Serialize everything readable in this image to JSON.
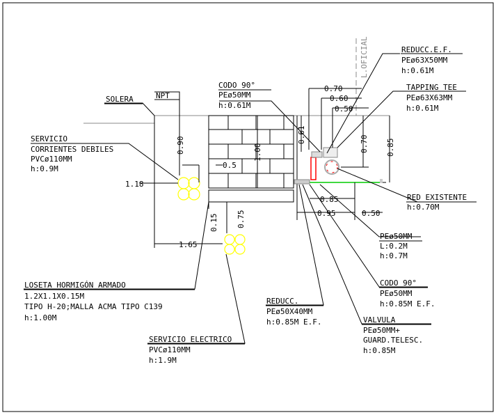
{
  "labels": {
    "solera": "SOLERA",
    "npt": "NPT",
    "servicio_title": "SERVICIO",
    "servicio_l1": "CORRIENTES DEBILES",
    "servicio_l2": "PVCø110MM",
    "servicio_l3": "h:0.9M",
    "codo1_title": "CODO 90°",
    "codo1_l1": "PEø50MM",
    "codo1_l2": "h:0.61M",
    "loficial": "L.OFICIAL",
    "reducc_ef_title": "REDUCC.E.F.",
    "reducc_ef_l1": "PEø63X50MM",
    "reducc_ef_l2": "h:0.61M",
    "tapping_title": "TAPPING TEE",
    "tapping_l1": "PEø63X63MM",
    "tapping_l2": "h:0.61M",
    "red_title": "RED EXISTENTE",
    "red_l1": "h:0.70M",
    "pe50_title": "PEø50MM",
    "pe50_l1": "L:0.2M",
    "pe50_l2": "h:0.7M",
    "codo2_title": "CODO 90°",
    "codo2_l1": "PEø50MM",
    "codo2_l2": "h:0.85M E.F.",
    "valvula_title": "VALVULA",
    "valvula_l1": "PEø50MM+",
    "valvula_l2": "GUARD.TELESC.",
    "valvula_l3": "h:0.85M",
    "reducc_title": "REDUCC.",
    "reducc_l1": "PEø50X40MM",
    "reducc_l2": "h:0.85M E.F.",
    "loseta_title": "LOSETA HORMIGÓN ARMADO",
    "loseta_l1": "1.2X1.1X0.15M",
    "loseta_l2": "TIPO H-20;MALLA ACMA TIPO C139",
    "loseta_l3": "h:1.00M",
    "electrico_title": "SERVICIO ELECTRICO",
    "electrico_l1": "PVCø110MM",
    "electrico_l2": "h:1.9M"
  },
  "dimensions": {
    "d090": "0.90",
    "d118": "1.18",
    "d165": "1.65",
    "d05": "0.5",
    "d100": "1.00",
    "d015": "0.15",
    "d075": "0.75",
    "d061": "0.61",
    "d070a": "0.70",
    "d060": "0.60",
    "d050a": "0.50",
    "d070b": "0.70",
    "d085a": "0.85",
    "d085b": "0.85",
    "d095": "0.95",
    "d050b": "0.50"
  },
  "colors": {
    "cable": "#ffff00",
    "network": "#00cc00",
    "pipe": "#ff0000"
  }
}
